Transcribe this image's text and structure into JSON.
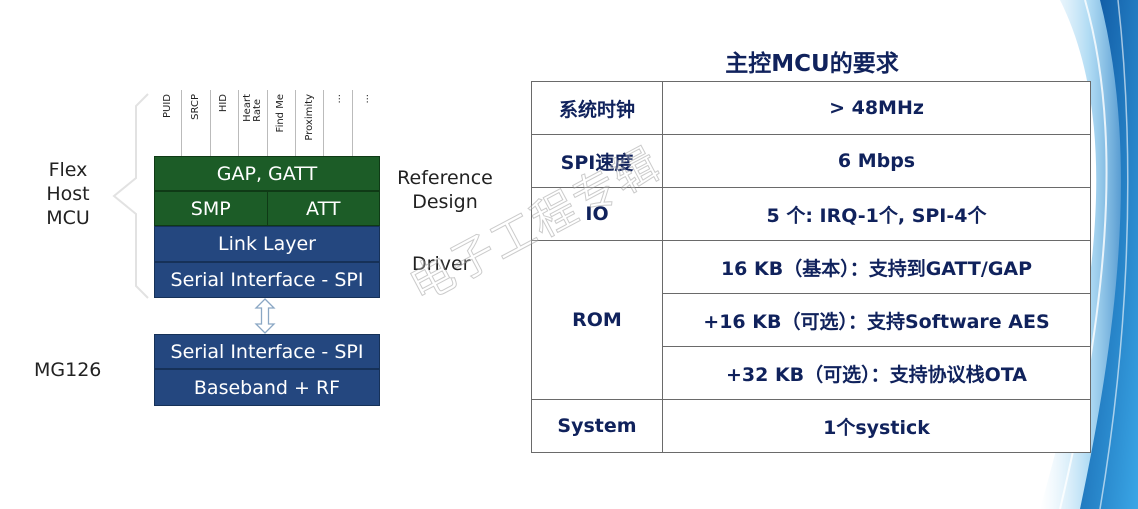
{
  "diagram": {
    "flex_label": "Flex\nHost\nMCU",
    "reference_label": "Reference\nDesign",
    "driver_label": "Driver",
    "mg_label": "MG126",
    "profiles": [
      "PUID",
      "SRCP",
      "HID",
      "Heart\nRate",
      "Find Me",
      "Proximity",
      "...",
      "..."
    ],
    "gap_gatt": "GAP, GATT",
    "smp": "SMP",
    "att": "ATT",
    "link_layer": "Link Layer",
    "serial_top": "Serial Interface - SPI",
    "serial_bottom": "Serial Interface - SPI",
    "baseband": "Baseband + RF"
  },
  "table": {
    "title": "主控MCU的要求",
    "rows": {
      "clock": {
        "key": "系统时钟",
        "value": "> 48MHz"
      },
      "spi": {
        "key": "SPI速度",
        "value": "6 Mbps"
      },
      "io": {
        "key": "IO",
        "value": "5 个:  IRQ-1个, SPI-4个"
      },
      "rom": {
        "key": "ROM",
        "values": [
          "16 KB（基本）：支持到GATT/GAP",
          "+16 KB（可选）：支持Software AES",
          "+32 KB（可选）：支持协议栈OTA"
        ]
      },
      "system": {
        "key": "System",
        "value": "1个systick"
      }
    }
  },
  "watermark": "电子工程专辑",
  "colors": {
    "green_block": "#1c5c27",
    "blue_block": "#24477f",
    "table_text": "#10225c",
    "accent_swoosh": "#2a8fd6"
  }
}
